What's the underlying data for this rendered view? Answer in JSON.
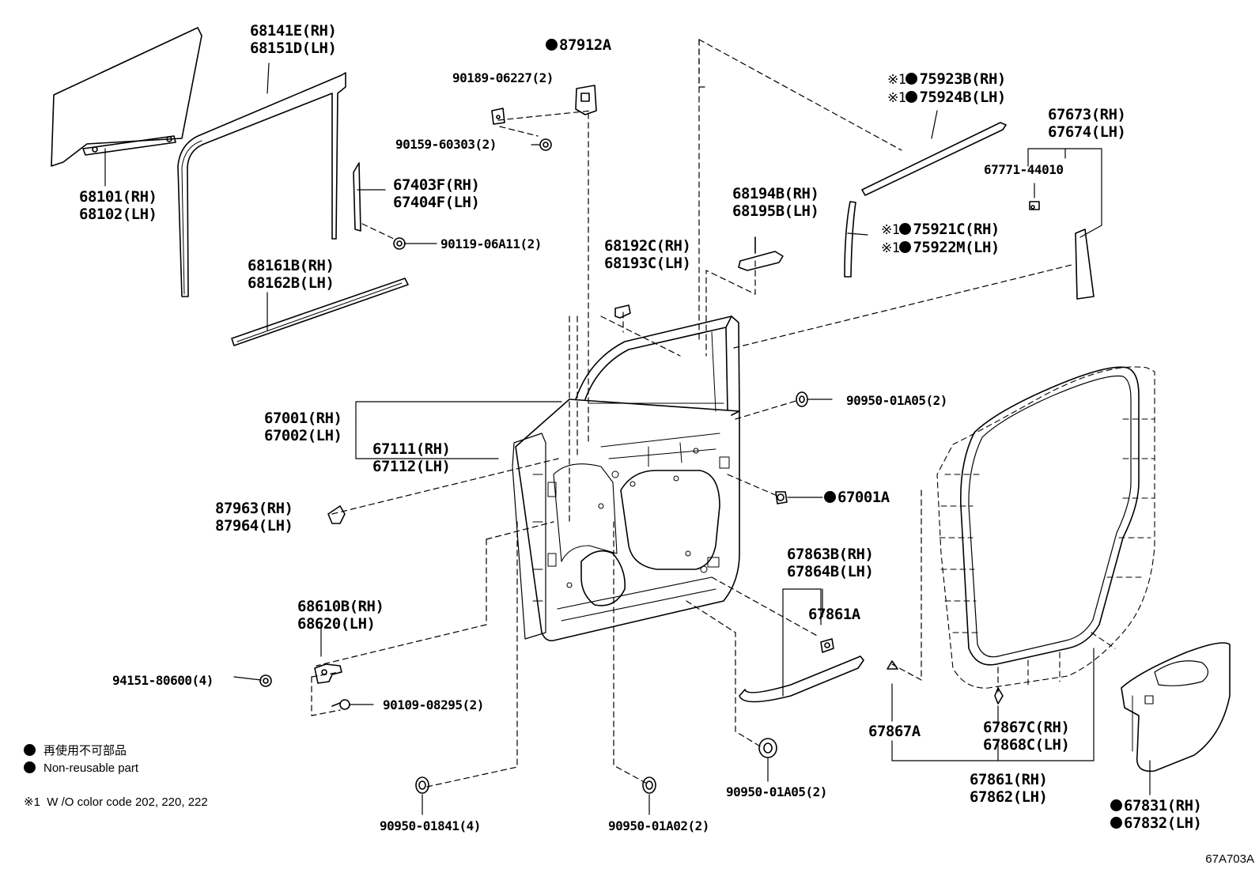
{
  "diagram_code": "67A703A",
  "legend": {
    "non_reusable_jp": "再使用不可部品",
    "non_reusable_en": "Non-reusable part",
    "note_mark": "※1",
    "note_text": "W /O color code 202, 220, 222"
  },
  "parts": {
    "p68141": [
      "68141E(RH)",
      "68151D(LH)"
    ],
    "p68101": [
      "68101(RH)",
      "68102(LH)"
    ],
    "p87912": "87912A",
    "p90189": "90189-06227(2)",
    "p90159": "90159-60303(2)",
    "p67403": [
      "67403F(RH)",
      "67404F(LH)"
    ],
    "p90119": "90119-06A11(2)",
    "p68161": [
      "68161B(RH)",
      "68162B(LH)"
    ],
    "p68192": [
      "68192C(RH)",
      "68193C(LH)"
    ],
    "p68194": [
      "68194B(RH)",
      "68195B(LH)"
    ],
    "p75923": [
      "75923B(RH)",
      "75924B(LH)"
    ],
    "p75921": [
      "75921C(RH)",
      "75922M(LH)"
    ],
    "note_mark": "※1",
    "p67673": [
      "67673(RH)",
      "67674(LH)"
    ],
    "p67771": "67771-44010",
    "p67001": [
      "67001(RH)",
      "67002(LH)"
    ],
    "p67111": [
      "67111(RH)",
      "67112(LH)"
    ],
    "p90950a": "90950-01A05(2)",
    "p87963": [
      "87963(RH)",
      "87964(LH)"
    ],
    "p67001a": "67001A",
    "p67863": [
      "67863B(RH)",
      "67864B(LH)"
    ],
    "p67861a": "67861A",
    "p68610": [
      "68610B(RH)",
      "68620(LH)"
    ],
    "p94151": "94151-80600(4)",
    "p90109": "90109-08295(2)",
    "p67867a": "67867A",
    "p67867c": [
      "67867C(RH)",
      "67868C(LH)"
    ],
    "p67861": [
      "67861(RH)",
      "67862(LH)"
    ],
    "p67831": [
      "67831(RH)",
      "67832(LH)"
    ],
    "p90950b": "90950-01A05(2)",
    "p90950c": "90950-01841(4)",
    "p90950d": "90950-01A02(2)"
  }
}
